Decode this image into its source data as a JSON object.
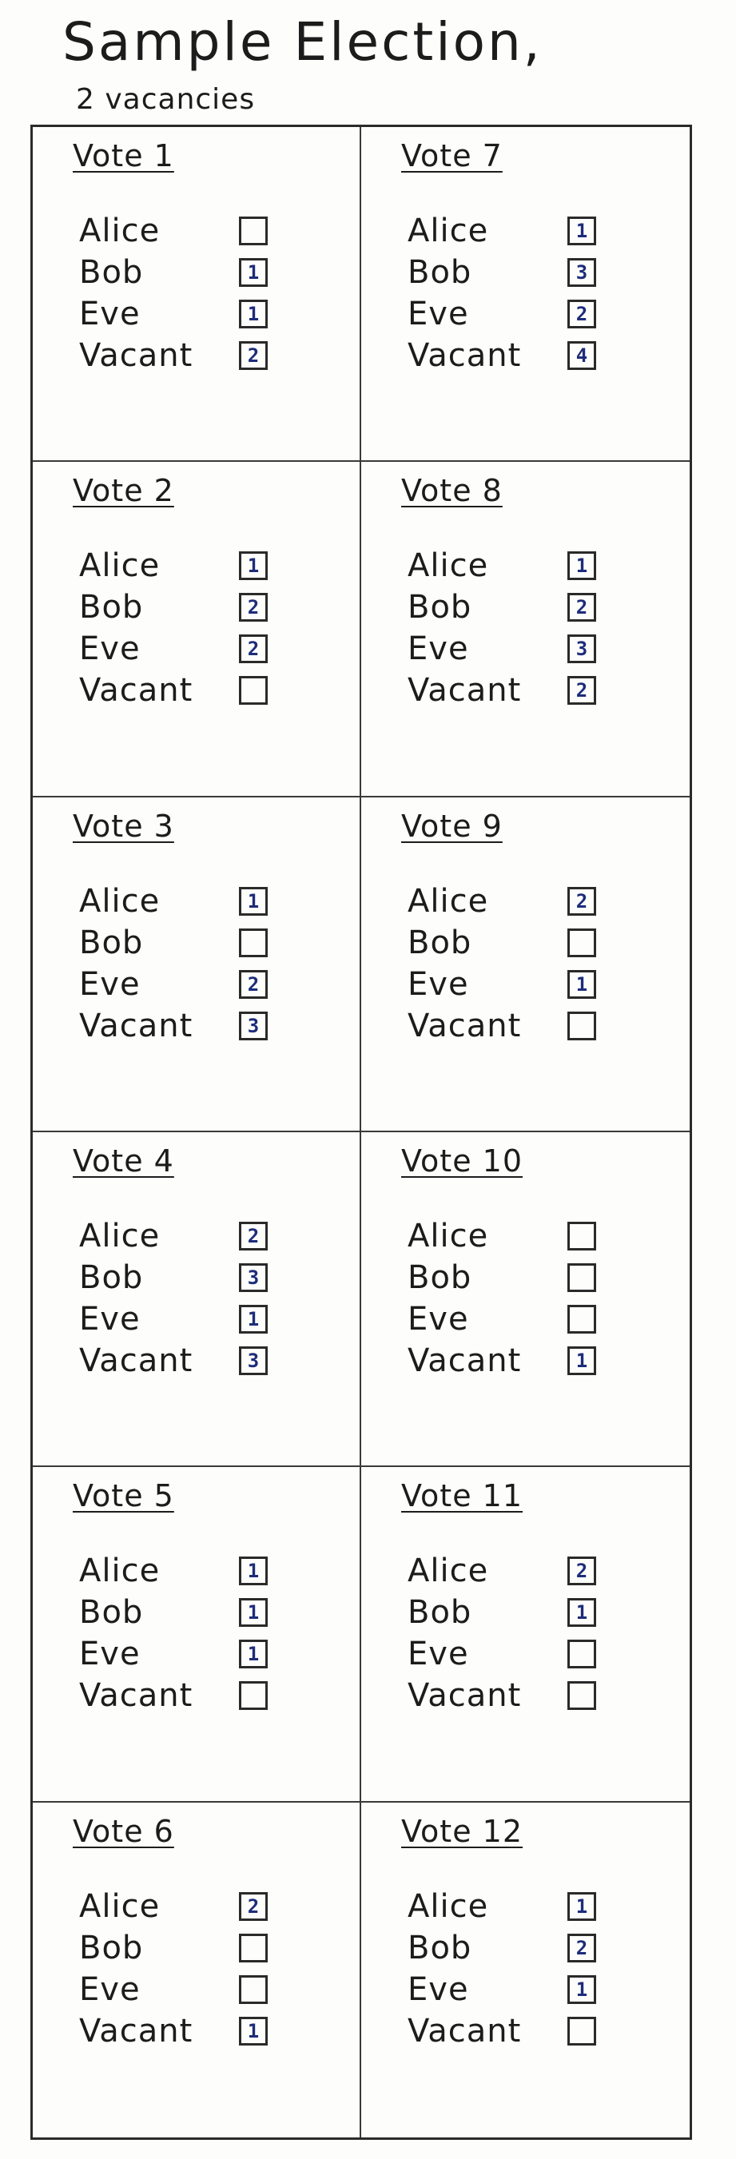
{
  "title": "Sample Election,",
  "subtitle": "2 vacancies",
  "candidates": [
    "Alice",
    "Bob",
    "Eve",
    "Vacant"
  ],
  "votes": [
    {
      "label": "Vote 1",
      "marks": [
        "",
        "1",
        "1",
        "2"
      ]
    },
    {
      "label": "Vote 7",
      "marks": [
        "1",
        "3",
        "2",
        "4"
      ]
    },
    {
      "label": "Vote 2",
      "marks": [
        "1",
        "2",
        "2",
        ""
      ]
    },
    {
      "label": "Vote 8",
      "marks": [
        "1",
        "2",
        "3",
        "2"
      ]
    },
    {
      "label": "Vote 3",
      "marks": [
        "1",
        "",
        "2",
        "3"
      ]
    },
    {
      "label": "Vote 9",
      "marks": [
        "2",
        "",
        "1",
        ""
      ]
    },
    {
      "label": "Vote 4",
      "marks": [
        "2",
        "3",
        "1",
        "3"
      ]
    },
    {
      "label": "Vote 10",
      "marks": [
        "",
        "",
        "",
        "1"
      ]
    },
    {
      "label": "Vote 5",
      "marks": [
        "1",
        "1",
        "1",
        ""
      ]
    },
    {
      "label": "Vote 11",
      "marks": [
        "2",
        "1",
        "",
        ""
      ]
    },
    {
      "label": "Vote 6",
      "marks": [
        "2",
        "",
        "",
        "1"
      ]
    },
    {
      "label": "Vote 12",
      "marks": [
        "1",
        "2",
        "1",
        ""
      ]
    }
  ],
  "ink_color": "#1d2c7a"
}
